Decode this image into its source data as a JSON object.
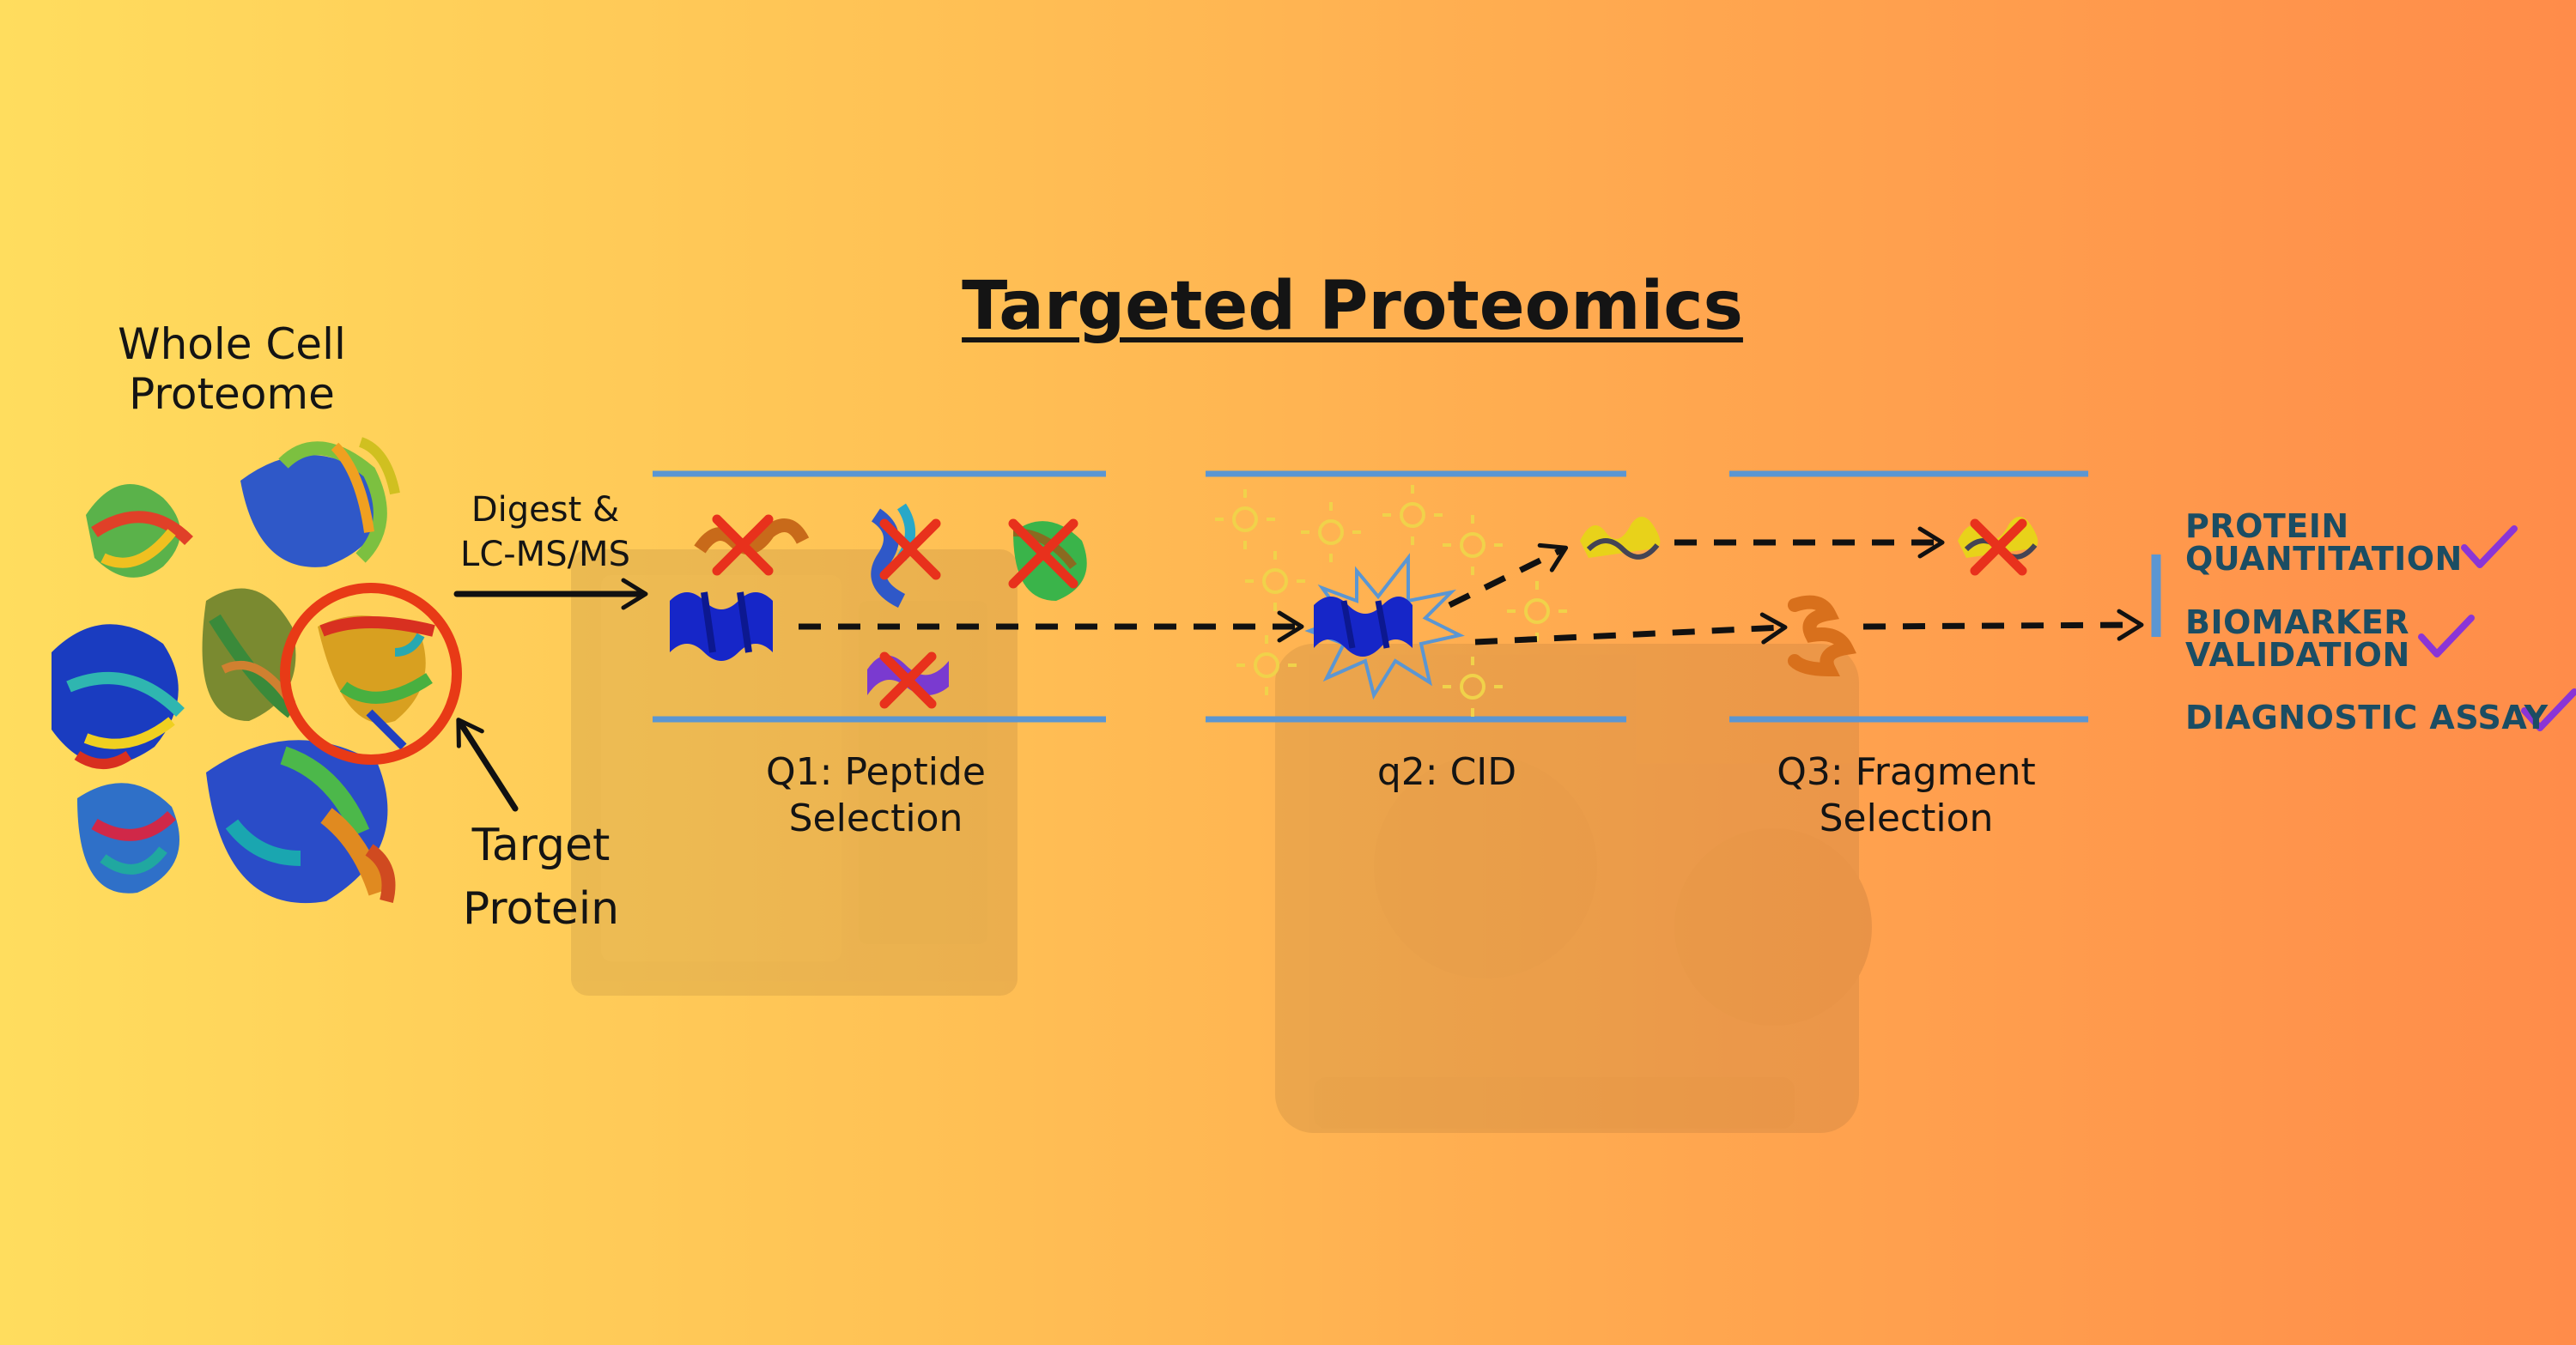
{
  "title": "Targeted Proteomics",
  "left": {
    "proteome_label": [
      "Whole Cell",
      "Proteome"
    ],
    "target_label": [
      "Target",
      "Protein"
    ],
    "digest_label": [
      "Digest &",
      "LC-MS/MS"
    ]
  },
  "stages": [
    {
      "id": "q1",
      "label": [
        "Q1: Peptide",
        "Selection"
      ]
    },
    {
      "id": "q2",
      "label": [
        "q2: CID"
      ]
    },
    {
      "id": "q3",
      "label": [
        "Q3: Fragment",
        "Selection"
      ]
    }
  ],
  "outcomes": [
    {
      "lines": [
        "PROTEIN",
        "QUANTITATION"
      ]
    },
    {
      "lines": [
        "BIOMARKER",
        "VALIDATION"
      ]
    },
    {
      "lines": [
        "DIAGNOSTIC ASSAY"
      ]
    }
  ],
  "colors": {
    "rail": "#5b96d2",
    "arrow": "#111111",
    "reject_x": "#e8311c",
    "target_ring": "#e83a16",
    "check": "#8a35d6",
    "outcome_text": "#1b4d63",
    "peptide_blue": "#1626c8",
    "fragment_orange": "#d8701c",
    "fragment_yellow": "#e8d21a"
  },
  "icons": [
    "protein-structure-icon",
    "red-x-icon",
    "sun-burst-icon",
    "collision-burst-icon",
    "checkmark-icon"
  ]
}
